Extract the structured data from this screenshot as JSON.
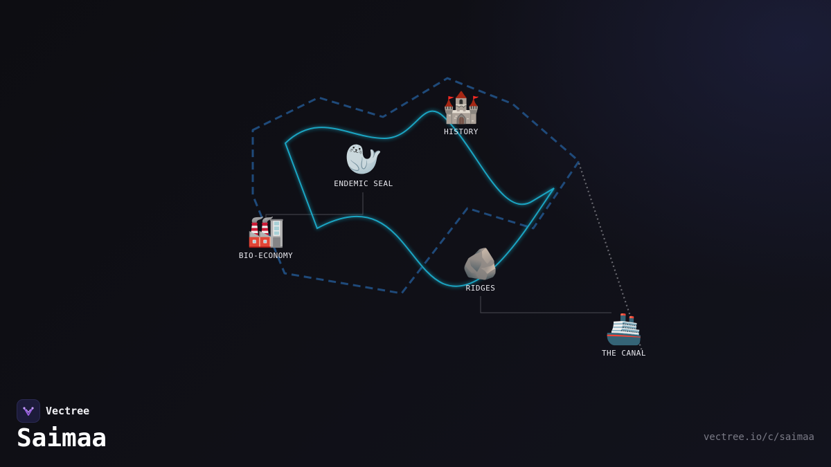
{
  "brand": {
    "name": "Vectree",
    "logo_icon": "vectree-logo-icon",
    "logo_color": "#9b5de5"
  },
  "title": "Saimaa",
  "url": "vectree.io/c/saimaa",
  "colors": {
    "outline": "#1f4a7a",
    "route": "#1fb6d6",
    "connector": "#4a4a52",
    "dotted": "#6b6b72"
  },
  "nodes": [
    {
      "id": "history",
      "emoji": "🏰",
      "icon": "castle-icon",
      "label": "HISTORY"
    },
    {
      "id": "endemic-seal",
      "emoji": "🦭",
      "icon": "seal-icon",
      "label": "ENDEMIC SEAL"
    },
    {
      "id": "bio-economy",
      "emoji": "🏭",
      "icon": "factory-icon",
      "label": "BIO-ECONOMY"
    },
    {
      "id": "ridges",
      "emoji": "🪨",
      "icon": "rock-icon",
      "label": "RIDGES"
    },
    {
      "id": "the-canal",
      "emoji": "🚢",
      "icon": "ship-icon",
      "label": "THE CANAL"
    }
  ]
}
